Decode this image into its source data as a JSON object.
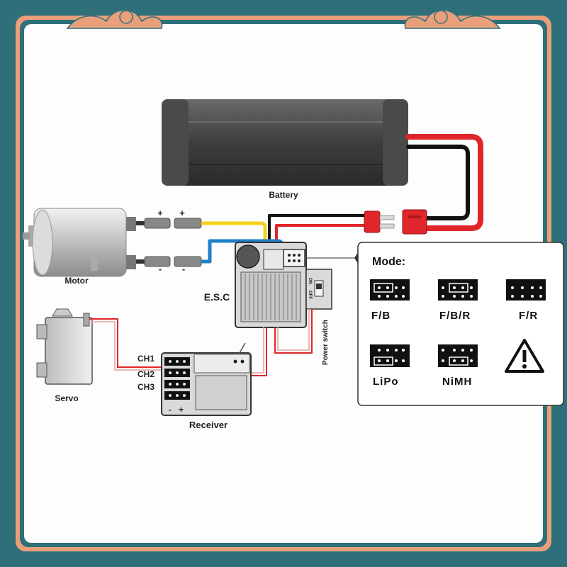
{
  "labels": {
    "battery": "Battery",
    "motor": "Motor",
    "esc": "E.S.C",
    "servo": "Servo",
    "receiver": "Receiver",
    "power_switch": "Power switch",
    "switch_on": "ON",
    "switch_off": "OFF",
    "ch1": "CH1",
    "ch2": "CH2",
    "ch3": "CH3",
    "motor_plus_1": "+",
    "motor_plus_2": "+",
    "motor_minus_1": "-",
    "motor_minus_2": "-",
    "receiver_minus": "-",
    "receiver_plus": "+"
  },
  "mode_panel": {
    "title": "Mode:",
    "modes": [
      "F/B",
      "F/B/R",
      "F/R",
      "LiPo",
      "NiMH"
    ],
    "warning_icon": "warning-triangle-icon"
  },
  "colors": {
    "frame": "#2f6f7a",
    "frame_border": "#e9a07a",
    "wire_red": "#e0262a",
    "wire_black": "#111111",
    "wire_yellow": "#f2d21b",
    "wire_blue": "#1f7fc8"
  }
}
